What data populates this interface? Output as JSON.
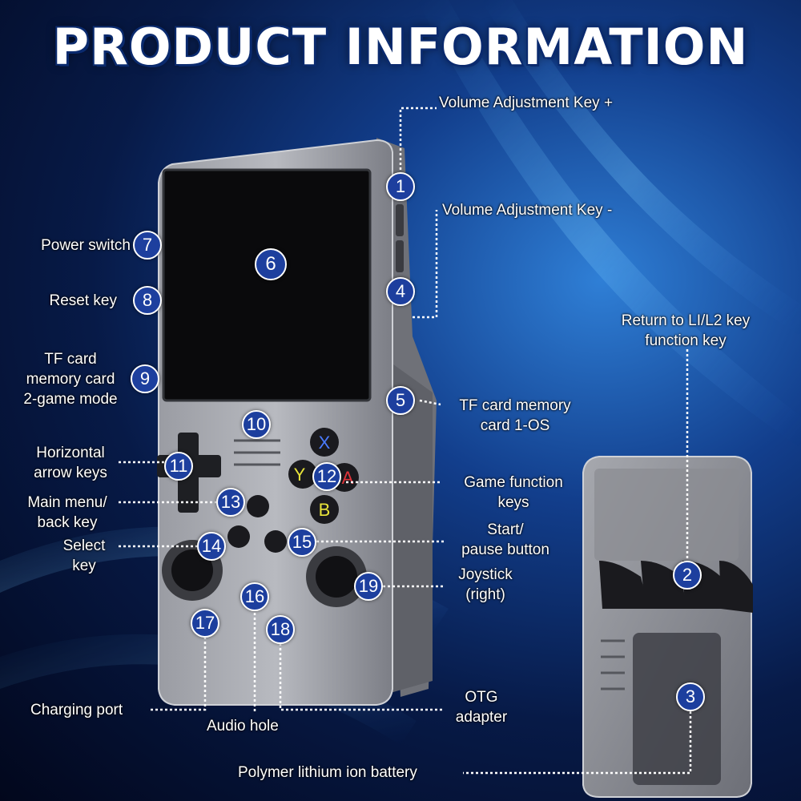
{
  "title": "PRODUCT INFORMATION",
  "face_buttons": {
    "x": "X",
    "y": "Y",
    "a": "A",
    "b": "B"
  },
  "callouts": [
    {
      "n": "1",
      "label": "Volume Adjustment Key +"
    },
    {
      "n": "2",
      "label": "Return to LI/L2 key function key"
    },
    {
      "n": "3",
      "label": "Polymer lithium ion battery"
    },
    {
      "n": "4",
      "label": "Volume Adjustment Key -"
    },
    {
      "n": "5",
      "label": "TF card memory card 1-OS"
    },
    {
      "n": "6",
      "label": ""
    },
    {
      "n": "7",
      "label": "Power switch"
    },
    {
      "n": "8",
      "label": "Reset key"
    },
    {
      "n": "9",
      "label": "TF card memory card 2-game mode"
    },
    {
      "n": "10",
      "label": ""
    },
    {
      "n": "11",
      "label": "Horizontal arrow keys"
    },
    {
      "n": "12",
      "label": "Game function keys"
    },
    {
      "n": "13",
      "label": "Main menu/ back key"
    },
    {
      "n": "14",
      "label": "Select key"
    },
    {
      "n": "15",
      "label": "Start/ pause button"
    },
    {
      "n": "16",
      "label": "Audio hole"
    },
    {
      "n": "17",
      "label": "Charging port"
    },
    {
      "n": "18",
      "label": "OTG adapter"
    },
    {
      "n": "19",
      "label": "Joystick (right)"
    }
  ],
  "label_lines": {
    "l1": [
      "Volume Adjustment Key +"
    ],
    "l2": [
      "Return to LI/L2 key",
      "function key"
    ],
    "l3": [
      "Polymer lithium ion battery"
    ],
    "l4": [
      "Volume Adjustment Key -"
    ],
    "l5": [
      "TF card memory",
      "card 1-OS"
    ],
    "l7": [
      "Power switch"
    ],
    "l8": [
      "Reset key"
    ],
    "l9": [
      "TF card",
      "memory card",
      "2-game mode"
    ],
    "l11": [
      "Horizontal",
      "arrow keys"
    ],
    "l12": [
      "Game function",
      "keys"
    ],
    "l13": [
      "Main menu/",
      "back key"
    ],
    "l14": [
      "Select",
      "key"
    ],
    "l15": [
      "Start/",
      "pause button"
    ],
    "l16": [
      "Audio hole"
    ],
    "l17": [
      "Charging port"
    ],
    "l18": [
      "OTG",
      "adapter"
    ],
    "l19": [
      "Joystick",
      "(right)"
    ]
  },
  "colors": {
    "badge": "#1d3f9e",
    "accent": "#2f7fd6",
    "device_body": "#8d8f96"
  }
}
